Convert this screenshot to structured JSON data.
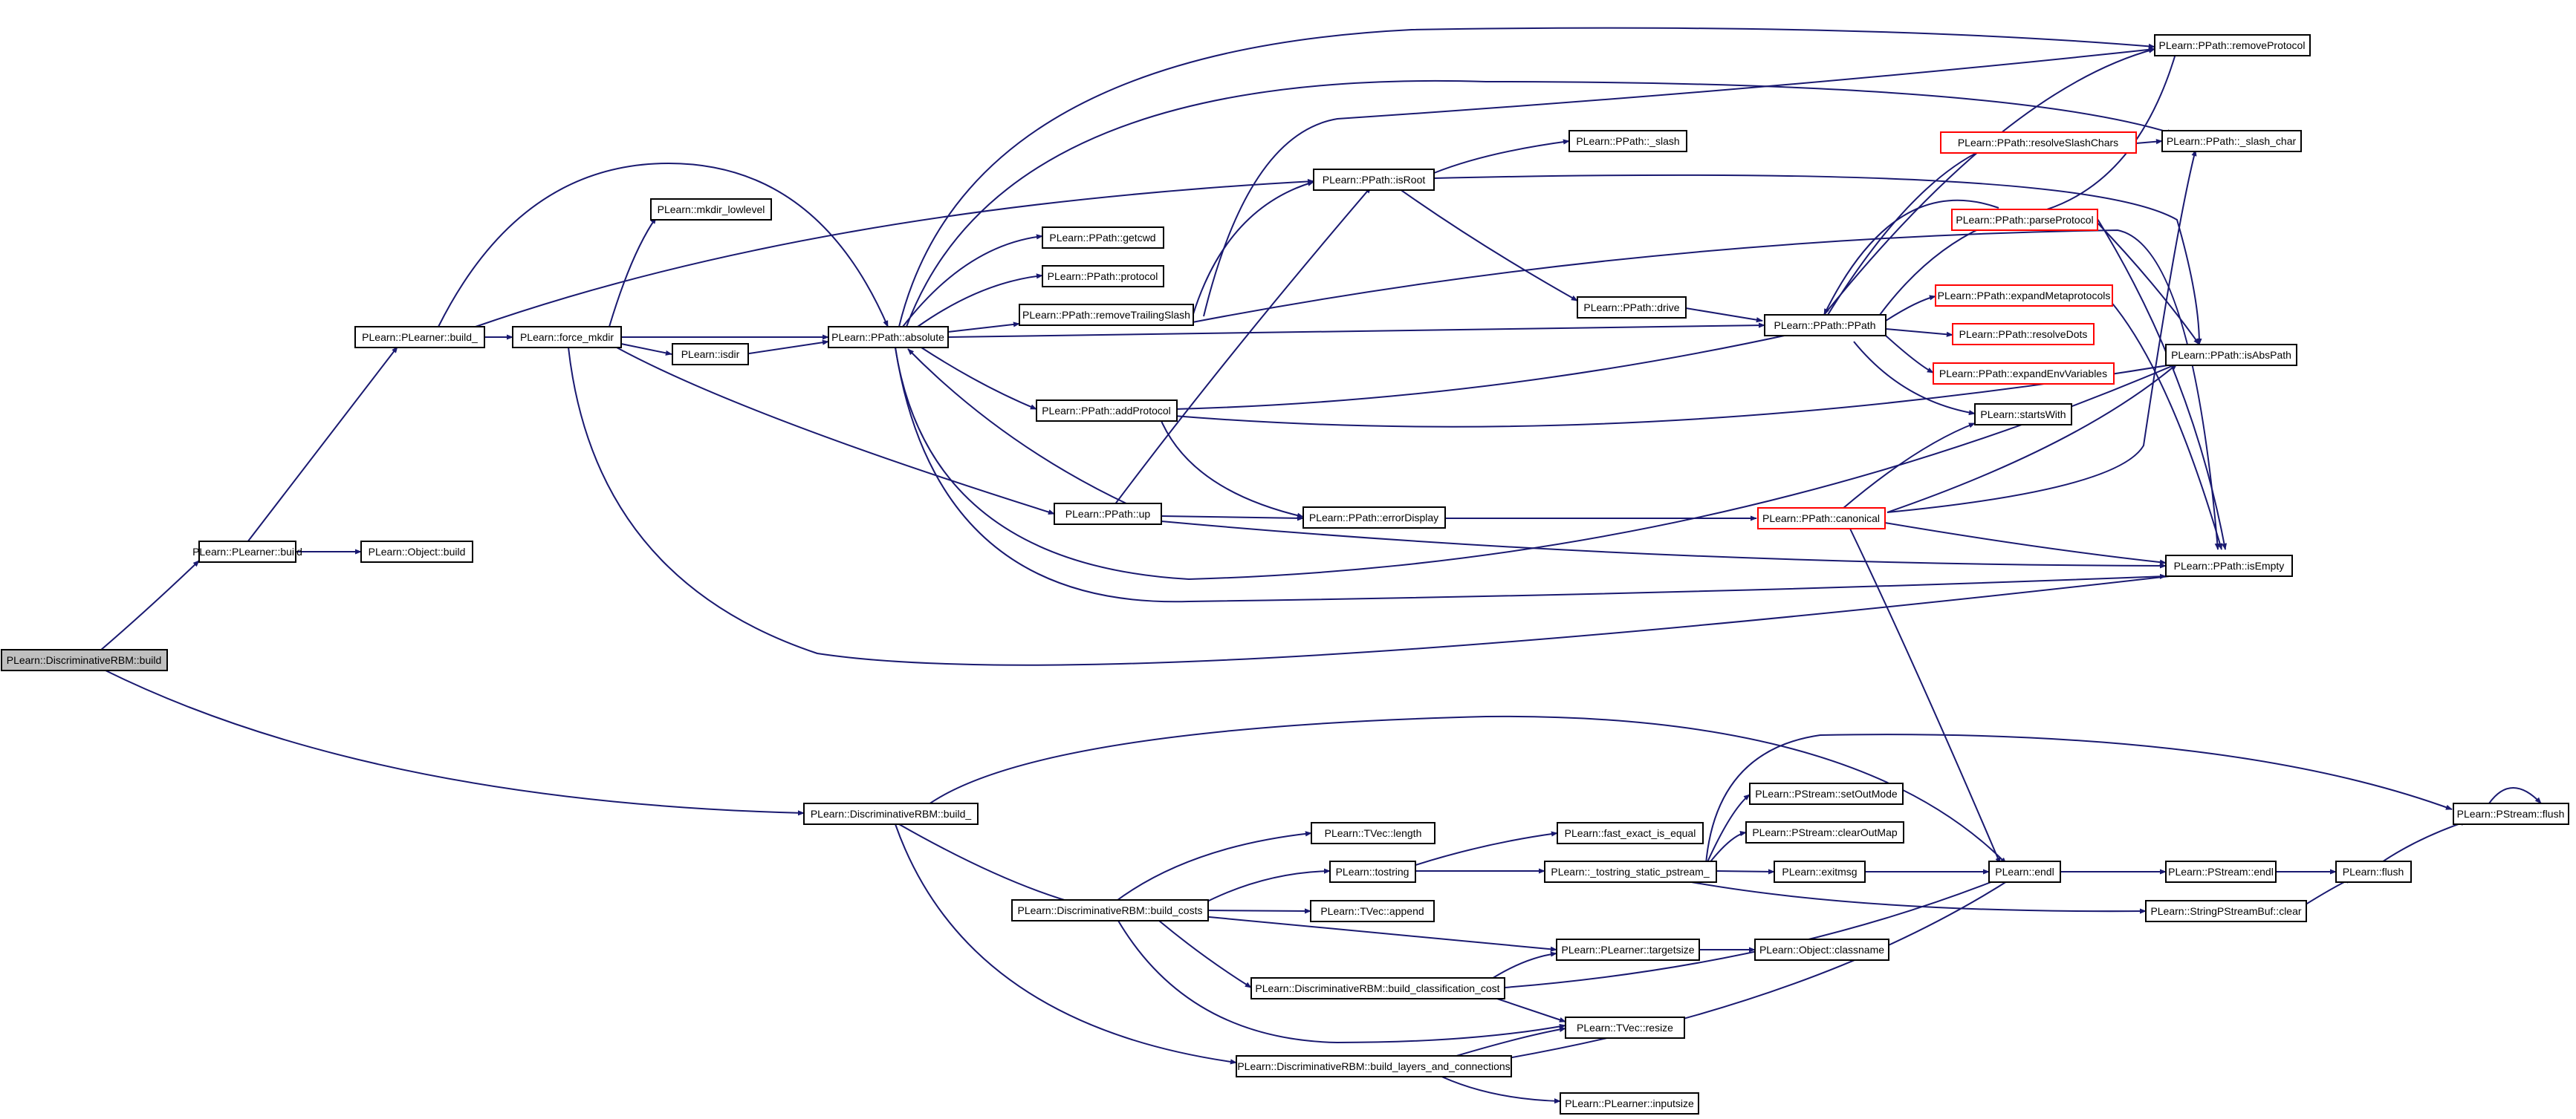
{
  "colors": {
    "edge": "#191970",
    "node_border": "#000000",
    "truncated_border": "#ff0000",
    "root_fill": "#bfbfbf",
    "node_fill": "#ffffff"
  },
  "nodes": [
    {
      "id": "n0",
      "label": "PLearn::DiscriminativeRBM::build",
      "root": true
    },
    {
      "id": "n1",
      "label": "PLearn::PLearner::build"
    },
    {
      "id": "n2",
      "label": "PLearn::Object::build"
    },
    {
      "id": "n3",
      "label": "PLearn::PLearner::build_"
    },
    {
      "id": "n4",
      "label": "PLearn::force_mkdir"
    },
    {
      "id": "n5",
      "label": "PLearn::mkdir_lowlevel"
    },
    {
      "id": "n6",
      "label": "PLearn::isdir"
    },
    {
      "id": "n7",
      "label": "PLearn::PPath::absolute"
    },
    {
      "id": "n8",
      "label": "PLearn::PPath::getcwd"
    },
    {
      "id": "n9",
      "label": "PLearn::PPath::protocol"
    },
    {
      "id": "n10",
      "label": "PLearn::PPath::removeTrailingSlash"
    },
    {
      "id": "n11",
      "label": "PLearn::PPath::addProtocol"
    },
    {
      "id": "n12",
      "label": "PLearn::PPath::up"
    },
    {
      "id": "n13",
      "label": "PLearn::PPath::isRoot"
    },
    {
      "id": "n14",
      "label": "PLearn::PPath::_slash"
    },
    {
      "id": "n15",
      "label": "PLearn::PPath::drive"
    },
    {
      "id": "n16",
      "label": "PLearn::PPath::PPath"
    },
    {
      "id": "n17",
      "label": "PLearn::PPath::errorDisplay"
    },
    {
      "id": "n18",
      "label": "PLearn::PPath::canonical",
      "truncated": true
    },
    {
      "id": "n19",
      "label": "PLearn::PPath::resolveSlashChars",
      "truncated": true
    },
    {
      "id": "n20",
      "label": "PLearn::PPath::parseProtocol",
      "truncated": true
    },
    {
      "id": "n21",
      "label": "PLearn::PPath::expandMetaprotocols",
      "truncated": true
    },
    {
      "id": "n22",
      "label": "PLearn::PPath::resolveDots",
      "truncated": true
    },
    {
      "id": "n23",
      "label": "PLearn::PPath::expandEnvVariables",
      "truncated": true
    },
    {
      "id": "n24",
      "label": "PLearn::startsWith"
    },
    {
      "id": "n25",
      "label": "PLearn::PPath::removeProtocol"
    },
    {
      "id": "n26",
      "label": "PLearn::PPath::_slash_char"
    },
    {
      "id": "n27",
      "label": "PLearn::PPath::isAbsPath"
    },
    {
      "id": "n28",
      "label": "PLearn::PPath::isEmpty"
    },
    {
      "id": "n29",
      "label": "PLearn::DiscriminativeRBM::build_"
    },
    {
      "id": "n30",
      "label": "PLearn::DiscriminativeRBM::build_costs"
    },
    {
      "id": "n31",
      "label": "PLearn::TVec::length"
    },
    {
      "id": "n32",
      "label": "PLearn::tostring"
    },
    {
      "id": "n33",
      "label": "PLearn::TVec::append"
    },
    {
      "id": "n34",
      "label": "PLearn::DiscriminativeRBM::build_classification_cost"
    },
    {
      "id": "n35",
      "label": "PLearn::DiscriminativeRBM::build_layers_and_connections"
    },
    {
      "id": "n36",
      "label": "PLearn::fast_exact_is_equal"
    },
    {
      "id": "n37",
      "label": "PLearn::_tostring_static_pstream_"
    },
    {
      "id": "n38",
      "label": "PLearn::PLearner::targetsize"
    },
    {
      "id": "n39",
      "label": "PLearn::TVec::resize"
    },
    {
      "id": "n40",
      "label": "PLearn::PLearner::inputsize"
    },
    {
      "id": "n41",
      "label": "PLearn::PStream::setOutMode"
    },
    {
      "id": "n42",
      "label": "PLearn::PStream::clearOutMap"
    },
    {
      "id": "n43",
      "label": "PLearn::exitmsg"
    },
    {
      "id": "n44",
      "label": "PLearn::Object::classname"
    },
    {
      "id": "n45",
      "label": "PLearn::endl"
    },
    {
      "id": "n46",
      "label": "PLearn::PStream::endl"
    },
    {
      "id": "n47",
      "label": "PLearn::StringPStreamBuf::clear"
    },
    {
      "id": "n48",
      "label": "PLearn::flush"
    },
    {
      "id": "n49",
      "label": "PLearn::PStream::flush"
    }
  ]
}
